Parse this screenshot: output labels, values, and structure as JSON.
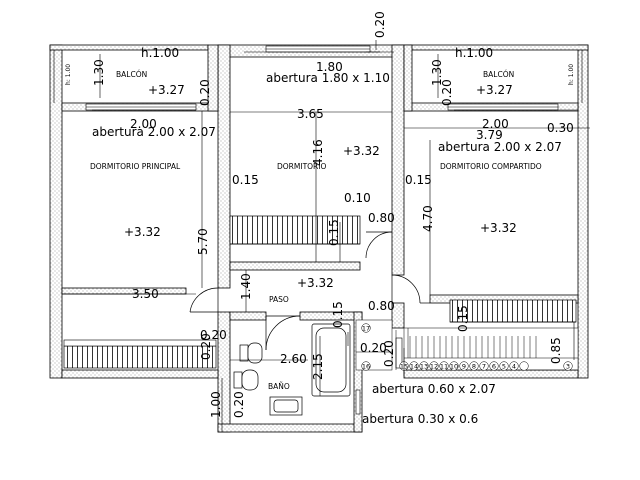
{
  "rooms": {
    "balcony_left": "BALCÓN",
    "balcony_right": "BALCÓN",
    "bedroom_main": "DORMITORIO PRINCIPAL",
    "bedroom_center": "DORMITORIO",
    "bedroom_shared": "DORMITORIO COMPARTIDO",
    "hall": "PASO",
    "bath": "BAÑO"
  },
  "levels": {
    "balcony_left": "+3.27",
    "balcony_right": "+3.27",
    "bedroom_main": "+3.32",
    "bedroom_center": "+3.32",
    "bedroom_shared": "+3.32",
    "hall": "+3.32"
  },
  "heights": {
    "left": "h.1.00",
    "right": "h.1.00",
    "side_left": "h: 1.00",
    "side_right": "h: 1.00"
  },
  "openings": {
    "center_window": "abertura 1.80 x 1.10",
    "left_window": "abertura 2.00 x 2.07",
    "right_window": "abertura 2.00 x 2.07",
    "stair_window": "abertura 0.60 x 2.07",
    "bath_window": "abertura 0.30 x 0.6"
  },
  "dimensions": {
    "d_0_20_top": "0.20",
    "d_1_80": "1.80",
    "d_1_30_left": "1.30",
    "d_1_30_right": "1.30",
    "d_0_20_balc_l": "0.20",
    "d_0_20_balc_r": "0.20",
    "d_2_00_left": "2.00",
    "d_2_00_right": "2.00",
    "d_3_65": "3.65",
    "d_3_79": "3.79",
    "d_0_30": "0.30",
    "d_4_16": "4.16",
    "d_0_15_left": "0.15",
    "d_0_15_right": "0.15",
    "d_0_10": "0.10",
    "d_0_80_top": "0.80",
    "d_4_70": "4.70",
    "d_5_70": "5.70",
    "d_0_15_closet": "0.15",
    "d_1_40": "1.40",
    "d_3_50": "3.50",
    "d_0_80_bottom": "0.80",
    "d_0_15_bath": "0.15",
    "d_0_15_stair": "0.15",
    "d_0_20_hall": "0.20",
    "d_0_20_side": "0.20",
    "d_2_60": "2.60",
    "d_2_15": "2.15",
    "d_0_20_mid": "0.20",
    "d_0_20_low": "0.20",
    "d_0_85": "0.85",
    "d_1_00": "1.00",
    "d_0_20_wc": "0.20"
  },
  "stairs": [
    "17",
    "16",
    "15",
    "14",
    "13",
    "12",
    "11",
    "10",
    "9",
    "8",
    "7",
    "6",
    "5",
    "4",
    "3"
  ]
}
